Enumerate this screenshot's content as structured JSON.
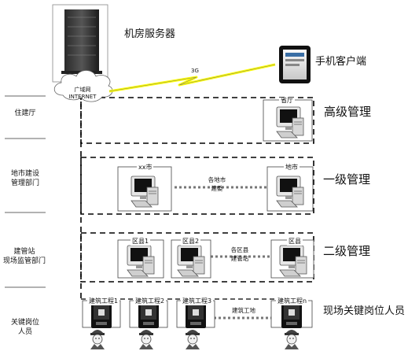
{
  "top": {
    "server_label": "机房服务器",
    "mobile_label": "手机客户端",
    "network_label_line1": "广域网",
    "network_label_line2": "INTERNET",
    "link_label": "3G"
  },
  "left_labels": {
    "province": "住建厅",
    "city_line1": "地市建设",
    "city_line2": "管理部门",
    "county_line1": "建管站",
    "county_line2": "现场监管部门",
    "site_line1": "关键岗位",
    "site_line2": "人员"
  },
  "levels": {
    "high": "高级管理",
    "first": "一级管理",
    "second": "二级管理",
    "site": "现场关键岗位人员"
  },
  "nodes": {
    "province": "省厅",
    "city_a": "xx市",
    "city_b": "地市",
    "county1": "区县1",
    "county2": "区县2",
    "county3": "区县",
    "site1": "建筑工程1",
    "site2": "建筑工程2",
    "site3": "建筑工程3",
    "siten": "建筑工程n"
  },
  "connectors": {
    "city_line1": "各地市",
    "city_line2": "建委",
    "county_line1": "各区县",
    "county_line2": "建管站",
    "site_line": "建筑工地"
  }
}
